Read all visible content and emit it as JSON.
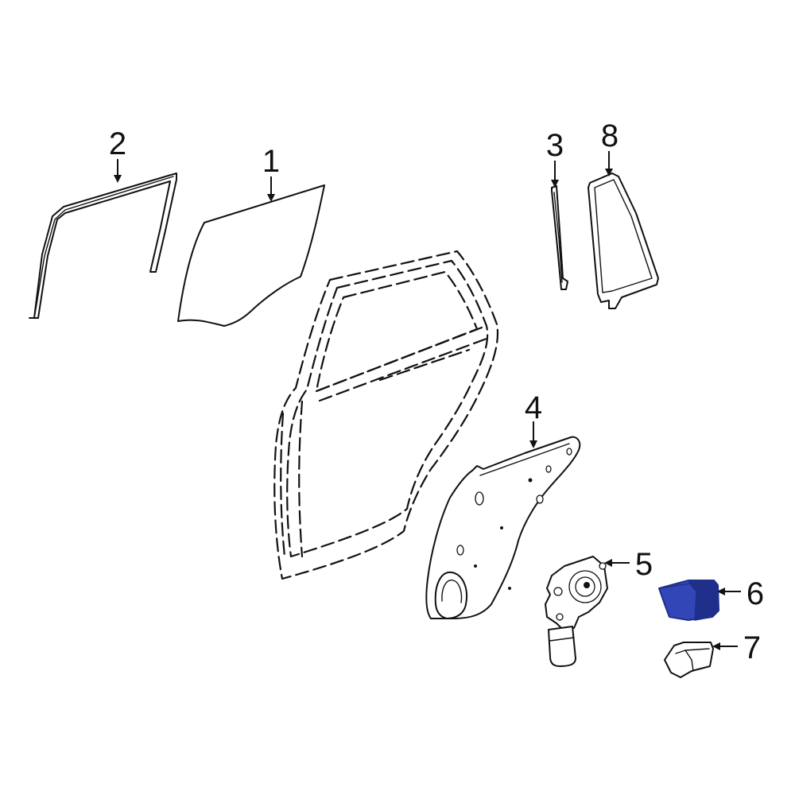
{
  "colors": {
    "line": "#111111",
    "background": "#ffffff",
    "highlight": "#3346b8",
    "highlight_dark": "#1f2f8a"
  },
  "callouts": [
    {
      "id": "1",
      "label": "1"
    },
    {
      "id": "2",
      "label": "2"
    },
    {
      "id": "3",
      "label": "3"
    },
    {
      "id": "4",
      "label": "4"
    },
    {
      "id": "5",
      "label": "5"
    },
    {
      "id": "6",
      "label": "6"
    },
    {
      "id": "7",
      "label": "7"
    },
    {
      "id": "8",
      "label": "8"
    }
  ],
  "highlighted_part": "6"
}
